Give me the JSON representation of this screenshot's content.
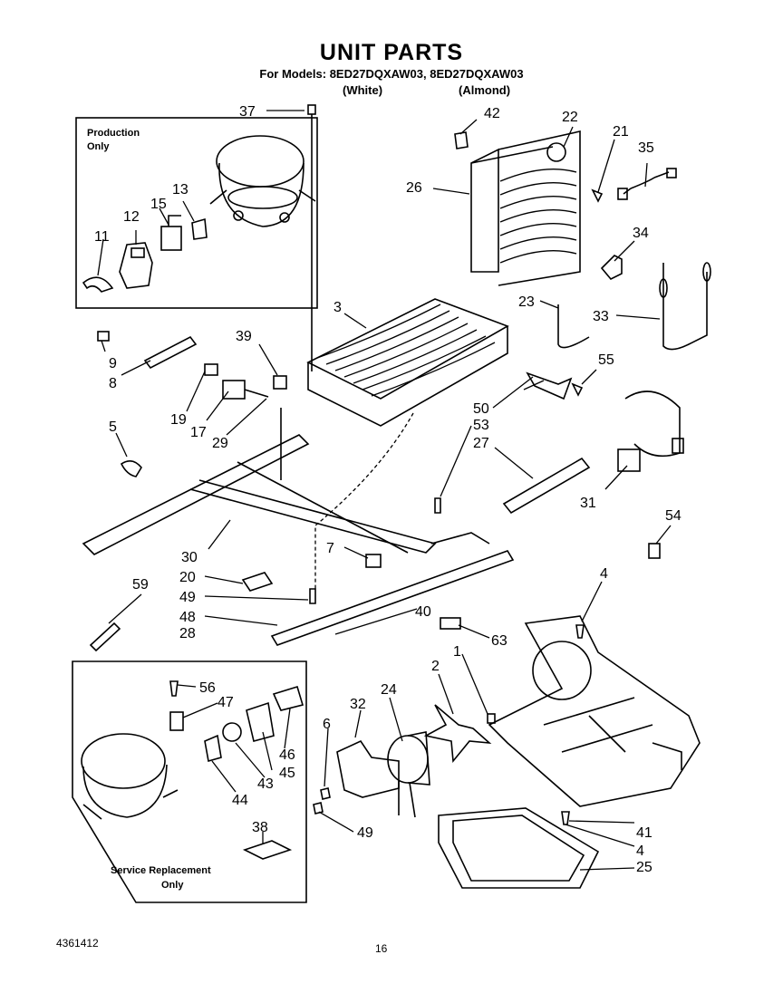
{
  "header": {
    "title": "UNIT PARTS",
    "models_line": "For Models: 8ED27DQXAW03, 8ED27DQXAW03",
    "variant_white": "(White)",
    "variant_almond": "(Almond)"
  },
  "boxes": {
    "production": [
      "Production",
      "Only"
    ],
    "service": [
      "Service Replacement",
      "Only"
    ]
  },
  "callouts": [
    {
      "id": "c37",
      "text": "37"
    },
    {
      "id": "c42",
      "text": "42"
    },
    {
      "id": "c22",
      "text": "22"
    },
    {
      "id": "c21",
      "text": "21"
    },
    {
      "id": "c35",
      "text": "35"
    },
    {
      "id": "c26",
      "text": "26"
    },
    {
      "id": "c13",
      "text": "13"
    },
    {
      "id": "c12",
      "text": "12"
    },
    {
      "id": "c15",
      "text": "15"
    },
    {
      "id": "c11",
      "text": "11"
    },
    {
      "id": "c34",
      "text": "34"
    },
    {
      "id": "c3",
      "text": "3"
    },
    {
      "id": "c23",
      "text": "23"
    },
    {
      "id": "c33",
      "text": "33"
    },
    {
      "id": "c39",
      "text": "39"
    },
    {
      "id": "c9",
      "text": "9"
    },
    {
      "id": "c8",
      "text": "8"
    },
    {
      "id": "c55",
      "text": "55"
    },
    {
      "id": "c50",
      "text": "50"
    },
    {
      "id": "c53",
      "text": "53"
    },
    {
      "id": "c27",
      "text": "27"
    },
    {
      "id": "c19",
      "text": "19"
    },
    {
      "id": "c17",
      "text": "17"
    },
    {
      "id": "c29",
      "text": "29"
    },
    {
      "id": "c5",
      "text": "5"
    },
    {
      "id": "c31",
      "text": "31"
    },
    {
      "id": "c54",
      "text": "54"
    },
    {
      "id": "c7",
      "text": "7"
    },
    {
      "id": "c30",
      "text": "30"
    },
    {
      "id": "c20",
      "text": "20"
    },
    {
      "id": "c59",
      "text": "59"
    },
    {
      "id": "c49a",
      "text": "49"
    },
    {
      "id": "c4a",
      "text": "4"
    },
    {
      "id": "c48",
      "text": "48"
    },
    {
      "id": "c40",
      "text": "40"
    },
    {
      "id": "c63",
      "text": "63"
    },
    {
      "id": "c28",
      "text": "28"
    },
    {
      "id": "c2",
      "text": "2"
    },
    {
      "id": "c1",
      "text": "1"
    },
    {
      "id": "c56",
      "text": "56"
    },
    {
      "id": "c24",
      "text": "24"
    },
    {
      "id": "c47",
      "text": "47"
    },
    {
      "id": "c32",
      "text": "32"
    },
    {
      "id": "c6",
      "text": "6"
    },
    {
      "id": "c46",
      "text": "46"
    },
    {
      "id": "c45",
      "text": "45"
    },
    {
      "id": "c43",
      "text": "43"
    },
    {
      "id": "c44",
      "text": "44"
    },
    {
      "id": "c41",
      "text": "41"
    },
    {
      "id": "c49b",
      "text": "49"
    },
    {
      "id": "c4b",
      "text": "4"
    },
    {
      "id": "c38",
      "text": "38"
    },
    {
      "id": "c25",
      "text": "25"
    }
  ],
  "footer": {
    "doc_number": "4361412",
    "page_number": "16"
  }
}
